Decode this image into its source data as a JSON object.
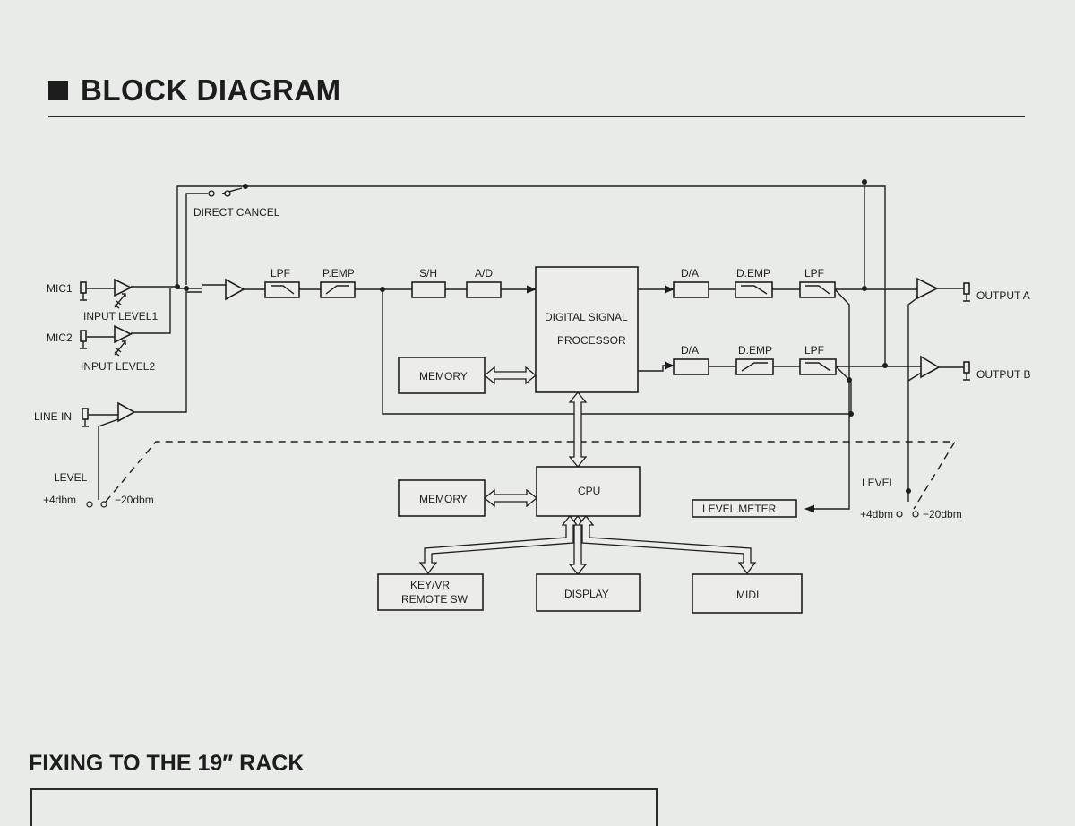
{
  "header": {
    "title": "BLOCK DIAGRAM"
  },
  "footer": {
    "section_title": "FIXING TO THE 19″ RACK"
  },
  "diagram": {
    "switch_label": "DIRECT  CANCEL",
    "inputs": {
      "mic1": "MIC1",
      "mic2": "MIC2",
      "line_in": "LINE IN",
      "input_level1": "INPUT LEVEL1",
      "input_level2": "INPUT LEVEL2"
    },
    "input_level": {
      "label": "LEVEL",
      "high": "+4dbm",
      "low": "−20dbm"
    },
    "output_level": {
      "label": "LEVEL",
      "high": "+4dbm",
      "low": "−20dbm"
    },
    "blocks": {
      "lpf_in": "LPF",
      "pemp": "P.EMP",
      "sh": "S/H",
      "ad": "A/D",
      "dsp_line1": "DIGITAL SIGNAL",
      "dsp_line2": "PROCESSOR",
      "memory_dsp": "MEMORY",
      "memory_cpu": "MEMORY",
      "cpu": "CPU",
      "da_a": "D/A",
      "demp_a": "D.EMP",
      "lpf_a": "LPF",
      "da_b": "D/A",
      "demp_b": "D.EMP",
      "lpf_b": "LPF",
      "level_meter": "LEVEL METER",
      "keyvr_line1": "KEY/VR",
      "keyvr_line2": "REMOTE SW",
      "display": "DISPLAY",
      "midi": "MIDI"
    },
    "outputs": {
      "a": "OUTPUT A",
      "b": "OUTPUT B"
    }
  }
}
